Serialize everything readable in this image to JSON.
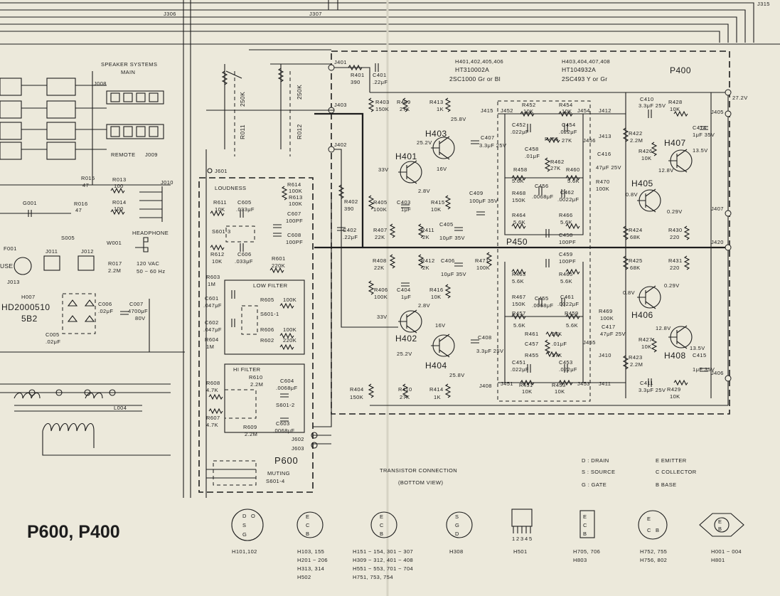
{
  "title": "P600, P400",
  "colors": {
    "paper": "#ece9db",
    "ink": "#1d1d1d"
  },
  "connectors": {
    "j306": "J306",
    "j307": "J307",
    "j315": "J315",
    "j401": "J401",
    "j403": "J403",
    "j402": "J402",
    "j405": "J405",
    "j407": "J407",
    "j420": "J420",
    "j406": "J406",
    "j408": "J408",
    "j415": "J415",
    "j452": "J452",
    "j454": "J454",
    "j412": "J412",
    "j413": "J413",
    "j456": "J456",
    "j455": "J455",
    "j410": "J410",
    "j451": "J451",
    "j453": "J453",
    "j411": "J411",
    "j601": "J601",
    "j602": "J602",
    "j603": "J603",
    "j008": "J008",
    "j009": "J009",
    "j010": "J010",
    "j011": "J011",
    "j012": "J012",
    "j013": "J013",
    "supply": "27.2V"
  },
  "blocks": {
    "p400": "P400",
    "p450": "P450",
    "p600": "P600",
    "loudness": "LOUDNESS",
    "low_filter": "LOW FILTER",
    "hi_filter": "HI FILTER",
    "muting": "MUTING",
    "muting_switch": "S601-4",
    "speaker_systems": "SPEAKER SYSTEMS",
    "main": "MAIN",
    "remote": "REMOTE",
    "headphone": "HEADPHONE",
    "power": "120 VAC",
    "freq": "50 ~ 60 Hz"
  },
  "transistor_groups": {
    "g1_parts": "H401,402,405,406",
    "g1_type": "HT310002A",
    "g1_model": "2SC1000 Gr or Bl",
    "g2_parts": "H403,404,407,408",
    "g2_type": "HT104932A",
    "g2_model": "2SC493 Y or Gr"
  },
  "transistors": {
    "h401": "H401",
    "h402": "H402",
    "h403": "H403",
    "h404": "H404",
    "h405": "H405",
    "h406": "H406",
    "h407": "H407",
    "h408": "H408"
  },
  "voltages": {
    "v33a": "33V",
    "v33b": "33V",
    "v252a": "25.2V",
    "v252b": "25.2V",
    "v16a": "16V",
    "v16b": "16V",
    "v28a": "2.8V",
    "v28b": "2.8V",
    "v258a": "25.8V",
    "v258b": "25.8V",
    "v128a": "12.8V",
    "v128b": "12.8V",
    "v135a": "13.5V",
    "v135b": "13.5V",
    "v08a": "0.8V",
    "v08b": "0.8V",
    "v029a": "0.29V",
    "v029b": "0.29V"
  },
  "parts": {
    "r401": "R401",
    "r401v": "390",
    "c401": "C401",
    "c401v": ".22μF",
    "r403": "R403",
    "r403v": "150K",
    "r409": "R409",
    "r409v": "27K",
    "r413": "R413",
    "r413v": "1K",
    "r405": "R405",
    "r405v": "100K",
    "c403": "C403",
    "c403v": "1μF",
    "r415": "R415",
    "r415v": "10K",
    "r407": "R407",
    "r407v": "22K",
    "r411": "R411",
    "r411v": "2K",
    "c405": "C405",
    "c405v": "10μF 35V",
    "r402": "R402",
    "r402v": "390",
    "c402": "C402",
    "c402v": ".22μF",
    "c407": "C407",
    "c407v": "3.3μF 25V",
    "c409": "C409",
    "c409v": "100μF 35V",
    "r471": "R471",
    "r471v": "100K",
    "r408": "R408",
    "r408v": "22K",
    "r412": "R412",
    "r412v": "2K",
    "c406": "C406",
    "c406v": "10μF 35V",
    "r406": "R406",
    "r406v": "100K",
    "c404": "C404",
    "c404v": "1μF",
    "r416": "R416",
    "r416v": "10K",
    "c408": "C408",
    "c408v": "3.3μF 25V",
    "r404": "R404",
    "r404v": "150K",
    "r410": "R410",
    "r410v": "27K",
    "r414": "R414",
    "r414v": "1K",
    "r452": "R452",
    "r452v": "10K",
    "r454": "R454",
    "r454v": "10K",
    "c452": "C452",
    "c452v": ".022μF",
    "c454": "C454",
    "c454v": ".022μF",
    "r456": "R456",
    "r456v": "27K",
    "c458a": "C458",
    "c458av": ".01μF",
    "r462": "R462",
    "r462v": "27K",
    "r458": "R458",
    "r458v": "5.6K",
    "r460": "R460",
    "r460v": "5.6K",
    "r468": "R468",
    "r468v": "150K",
    "c456": "C456",
    "c456v": ".0068μF",
    "c462": "C462",
    "c462v": ".0022μF",
    "r464": "R464",
    "r464v": "5.6K",
    "r466": "R466",
    "r466v": "5.6K",
    "c458b": "C458",
    "c458bv": "100PF",
    "r470": "R470",
    "r470v": "100K",
    "c416": "C416",
    "c416v": "47μF 25V",
    "c459": "C459",
    "c459v": "100PF",
    "r463": "R463",
    "r463v": "5.6K",
    "r465": "R465",
    "r465v": "5.6K",
    "r467": "R467",
    "r467v": "150K",
    "c455": "C455",
    "c455v": ".0068μF",
    "c461": "C461",
    "c461v": ".0022μF",
    "r457": "R457",
    "r457v": "5.6K",
    "r459": "R459",
    "r459v": "5.6K",
    "r461": "R461",
    "r461v": "27K",
    "c457": "C457",
    "c457v": ".01μF",
    "r455": "R455",
    "r455v": "27K",
    "c451": "C451",
    "c451v": ".022μF",
    "c453": "C453",
    "c453v": ".022μF",
    "r451": "R451",
    "r451v": "10K",
    "r453": "R453",
    "r453v": "10K",
    "r469": "R469",
    "r469v": "100K",
    "c417": "C417",
    "c417v": "47μF 25V",
    "c410": "C410",
    "c410v": "3.3μF 25V",
    "r428": "R428",
    "r428v": "10K",
    "r422": "R422",
    "r422v": "2.2M",
    "r426": "R426",
    "r426v": "10K",
    "c414": "C414",
    "c414v": "1μF 35V",
    "r424": "R424",
    "r424v": "68K",
    "r430": "R430",
    "r430v": "220",
    "r425": "R425",
    "r425v": "68K",
    "r431": "R431",
    "r431v": "220",
    "r427": "R427",
    "r427v": "10K",
    "r423": "R423",
    "r423v": "2.2M",
    "c415": "C415",
    "c415v": "1μF 35V",
    "c411": "C411",
    "c411v": "3.3μF 25V",
    "r429": "R429",
    "r429v": "10K",
    "r611": "R611",
    "r611v": "10K",
    "c605": "C605",
    "c605v": ".033μF",
    "r612": "R612",
    "r612v": "10K",
    "c606": "C606",
    "c606v": ".033μF",
    "r614": "R614",
    "r614v": "100K",
    "r613": "R613",
    "r613v": "100K",
    "c607": "C607",
    "c607v": "100PF",
    "c608": "C608",
    "c608v": "100PF",
    "s6013": "S601-3",
    "r601": "R601",
    "r601v": "220K",
    "r603": "R603",
    "r603v": "1M",
    "c601": "C601",
    "c601v": ".047μF",
    "r605": "R605",
    "r605v": "100K",
    "s6011": "S601-1",
    "c602": "C602",
    "c602v": ".047μF",
    "r606": "R606",
    "r606v": "100K",
    "r604": "R604",
    "r604v": "1M",
    "r602": "R602",
    "r602v": "220K",
    "r608": "R608",
    "r608v": "4.7K",
    "r610": "R610",
    "r610v": "2.2M",
    "c604": "C604",
    "c604v": ".0068μF",
    "s6012": "S601-2",
    "r607": "R607",
    "r607v": "4.7K",
    "r609": "R609",
    "r609v": "2.2M",
    "c603": "C603",
    "c603v": ".0068μF",
    "r011": "R011",
    "r012": "R012",
    "pot250a": "250K",
    "pot250b": "250K",
    "r015": "R015",
    "r015v": "47",
    "r013": "R013",
    "r013v": "100",
    "r016": "R016",
    "r016v": "47",
    "r014": "R014",
    "r014v": "100",
    "g001": "G001",
    "s005": "S005",
    "w001": "W001",
    "r017": "R017",
    "r017v": "2.2M",
    "f001": "F001",
    "fuse": "USE",
    "h007": "H007",
    "h007type": "HD2000510",
    "h007model": "5B2",
    "c006": "C006",
    "c006v": ".02μF",
    "c007": "C007",
    "c007v": "4700μF",
    "c007volt": "80V",
    "c005": "C005",
    "c005v": ".02μF",
    "l004": "L004"
  },
  "legend": {
    "title": "TRANSISTOR CONNECTION",
    "subtitle": "(BOTTOM VIEW)",
    "d": "D : DRAIN",
    "s": "S : SOURCE",
    "g": "G : GATE",
    "e": "E EMITTER",
    "c": "C COLLECTOR",
    "b": "B BASE"
  },
  "packages": [
    {
      "pins": [
        "D",
        "S",
        "G",
        "O"
      ],
      "label1": "H101,102",
      "label2": "",
      "label3": "",
      "label4": ""
    },
    {
      "pins": [
        "E",
        "C",
        "B"
      ],
      "label1": "H103, 155",
      "label2": "H201 ~ 206",
      "label3": "H313, 314",
      "label4": "H502"
    },
    {
      "pins": [
        "E",
        "C",
        "B"
      ],
      "label1": "H151 ~ 154, 301 ~ 307",
      "label2": "H309 ~ 312, 401 ~ 408",
      "label3": "H551 ~ 553, 701 ~ 704",
      "label4": "H751, 753, 754"
    },
    {
      "pins": [
        "S",
        "G",
        "D"
      ],
      "label1": "H308",
      "label2": "",
      "label3": "",
      "label4": ""
    },
    {
      "pins": [
        "1",
        "2",
        "3",
        "4",
        "5"
      ],
      "label1": "H501",
      "label2": "",
      "label3": "",
      "label4": ""
    },
    {
      "pins": [
        "E",
        "C",
        "B"
      ],
      "label1": "H705, 706",
      "label2": "H803",
      "label3": "",
      "label4": ""
    },
    {
      "pins": [
        "E",
        "C",
        "B"
      ],
      "label1": "H752, 755",
      "label2": "H756, 802",
      "label3": "",
      "label4": ""
    },
    {
      "pins": [
        "E",
        "B"
      ],
      "label1": "H001 ~ 004",
      "label2": "H801",
      "label3": "",
      "label4": ""
    }
  ]
}
